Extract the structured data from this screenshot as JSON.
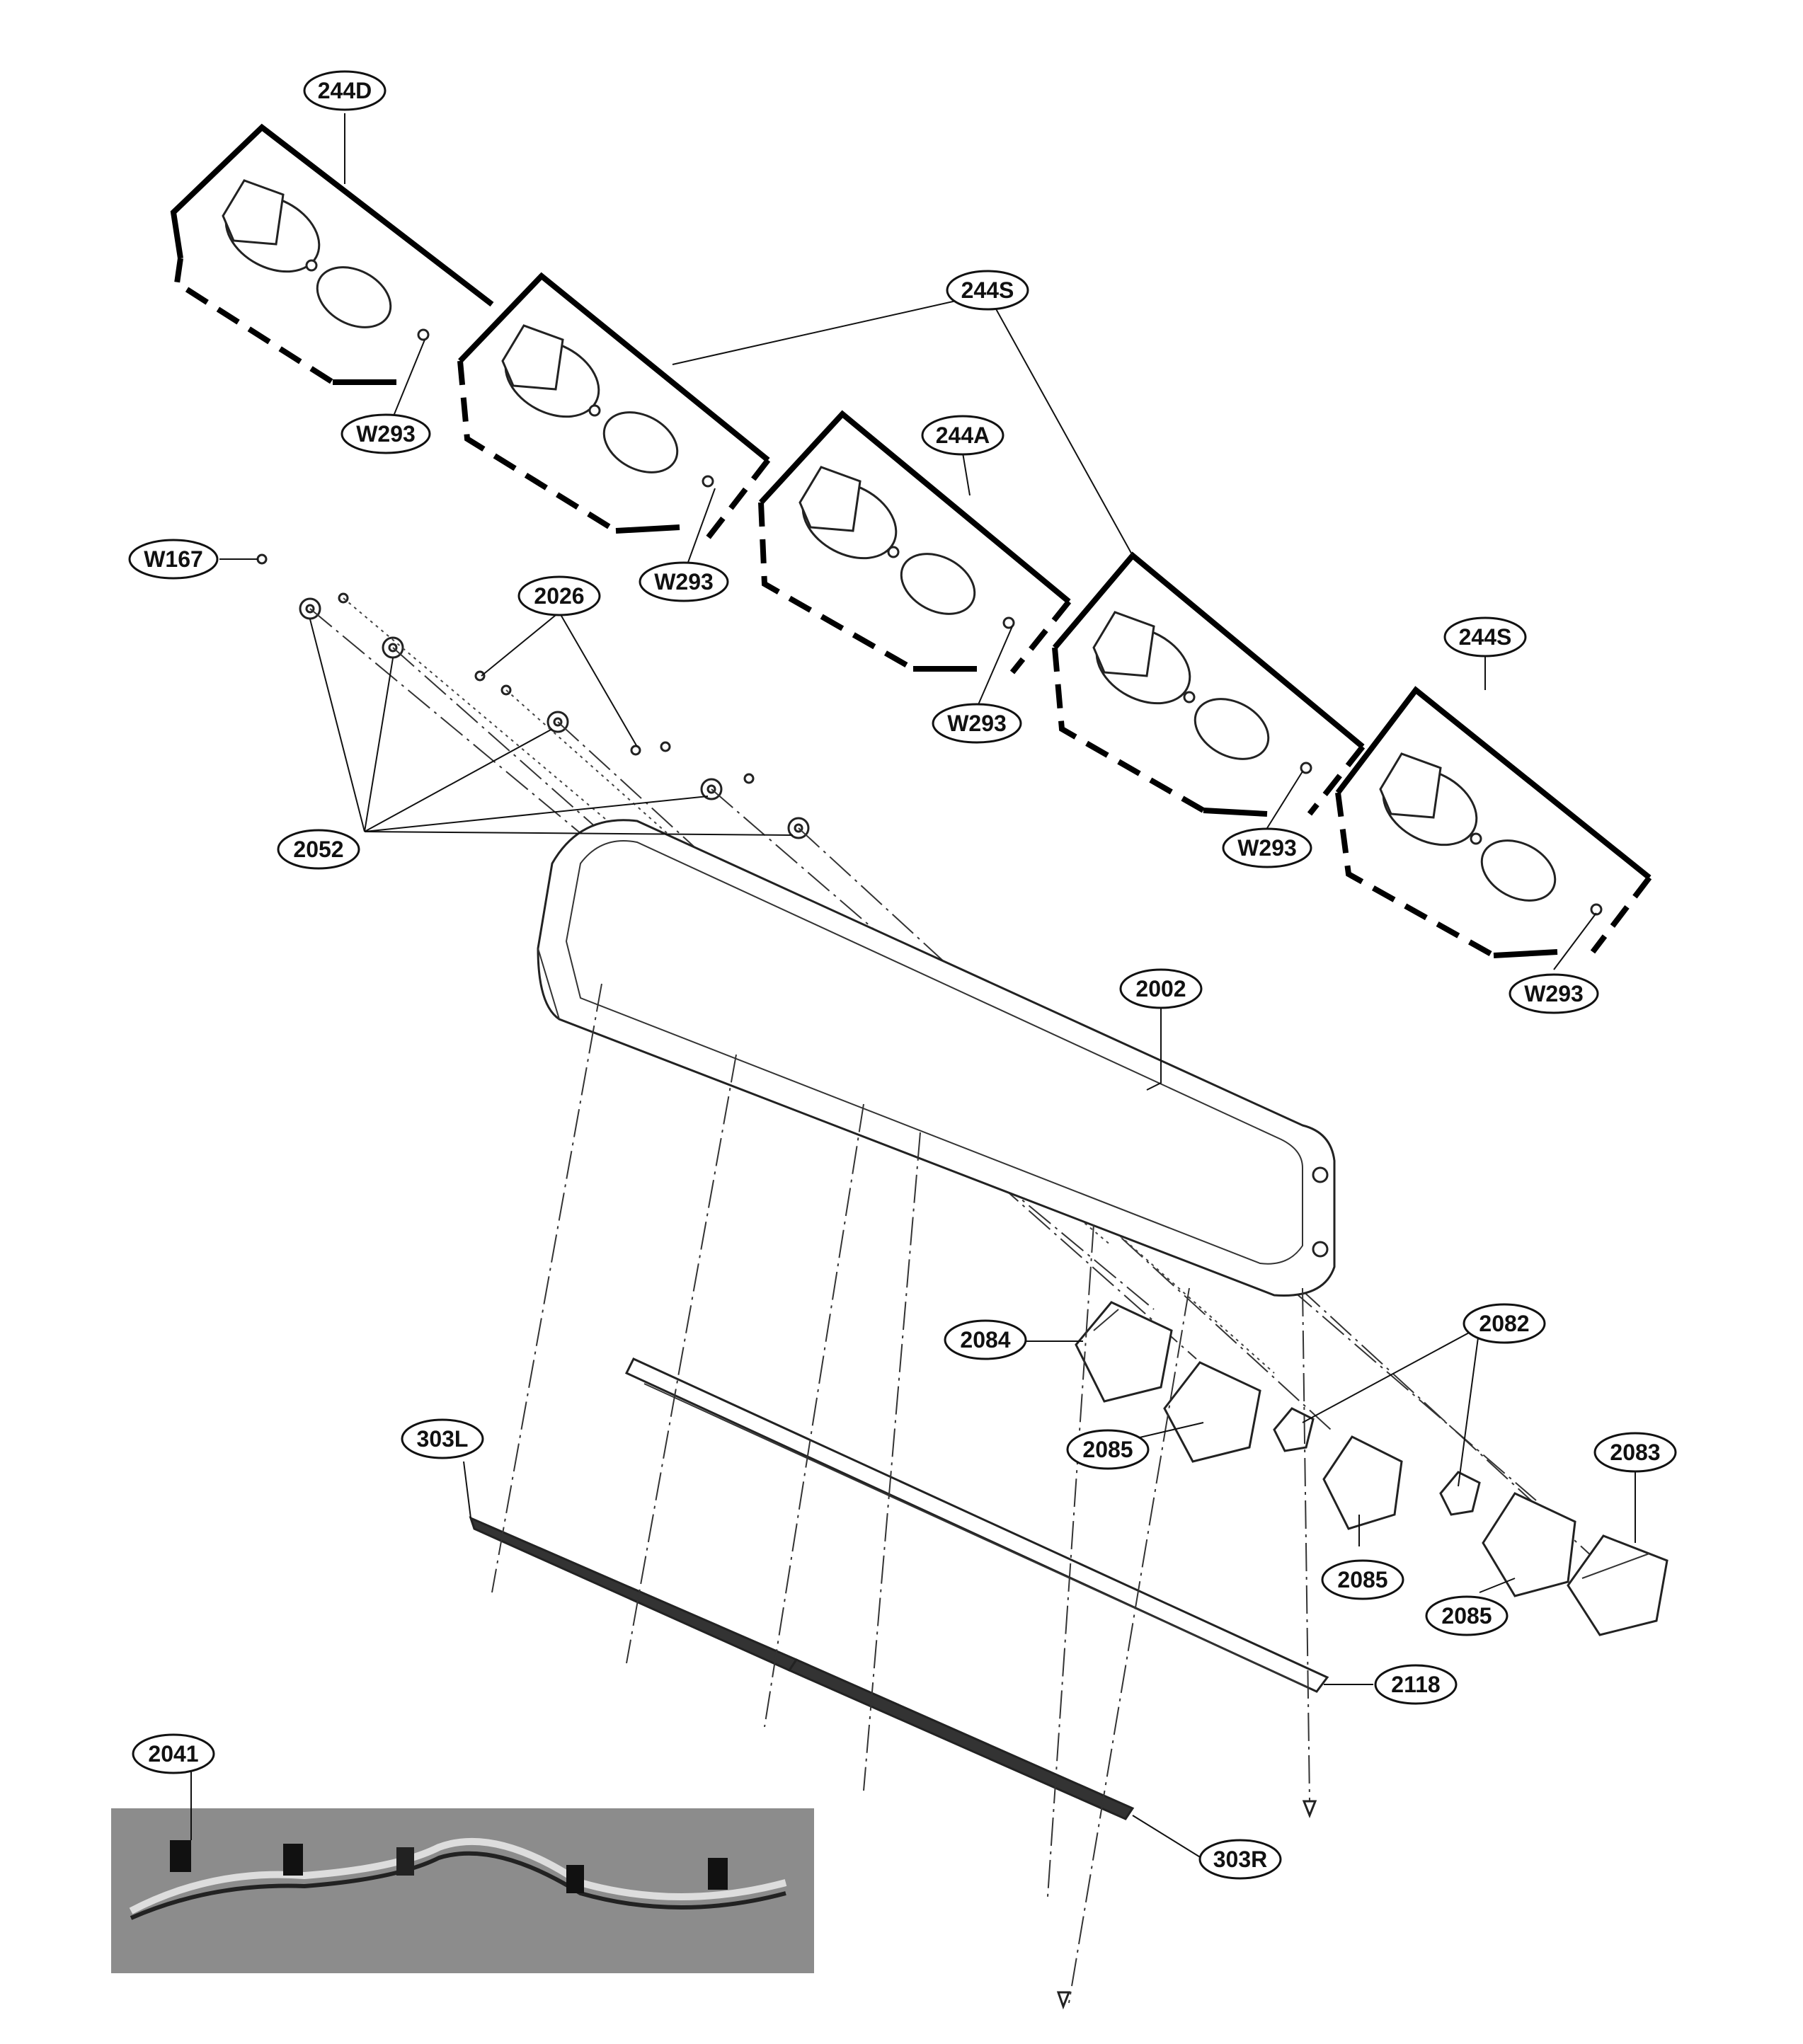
{
  "callouts": {
    "c_244D": "244D",
    "c_244S_top": "244S",
    "c_244A": "244A",
    "c_244S_right": "244S",
    "c_W293_1": "W293",
    "c_W293_2": "W293",
    "c_W293_3": "W293",
    "c_W293_4": "W293",
    "c_W293_5": "W293",
    "c_W167": "W167",
    "c_2026": "2026",
    "c_2052": "2052",
    "c_2002": "2002",
    "c_2082": "2082",
    "c_2083": "2083",
    "c_2084": "2084",
    "c_2085_a": "2085",
    "c_2085_b": "2085",
    "c_2085_c": "2085",
    "c_2118": "2118",
    "c_303L": "303L",
    "c_303R": "303R",
    "c_2041": "2041"
  },
  "colors": {
    "line": "#111111",
    "photo_background": "#8c8c8c",
    "background": "#ffffff"
  }
}
